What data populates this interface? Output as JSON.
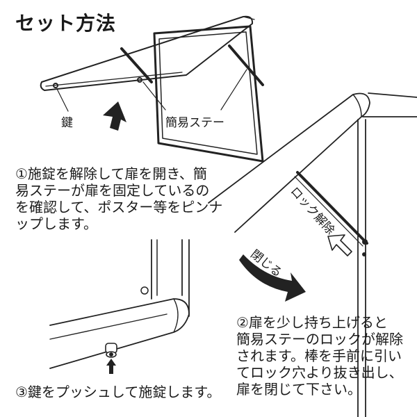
{
  "title": "セット方法",
  "labels": {
    "key": "鍵",
    "stay": "簡易ステー",
    "lock_release": "ロック解除",
    "close": "閉じる"
  },
  "steps": {
    "step1": [
      "①施錠を解除して扉を開き、簡",
      "易ステーが扉を固定しているの",
      "を確認して、ポスター等をピンナ",
      "ップします。"
    ],
    "step2": [
      "②扉を少し持ち上げると",
      "簡易ステーのロックが解除",
      "されます。棒を手前に引い",
      "てロック穴より抜き出し、",
      "扉を閉じて下さい。"
    ],
    "step3": [
      "③鍵をプッシュして施錠します。"
    ]
  }
}
